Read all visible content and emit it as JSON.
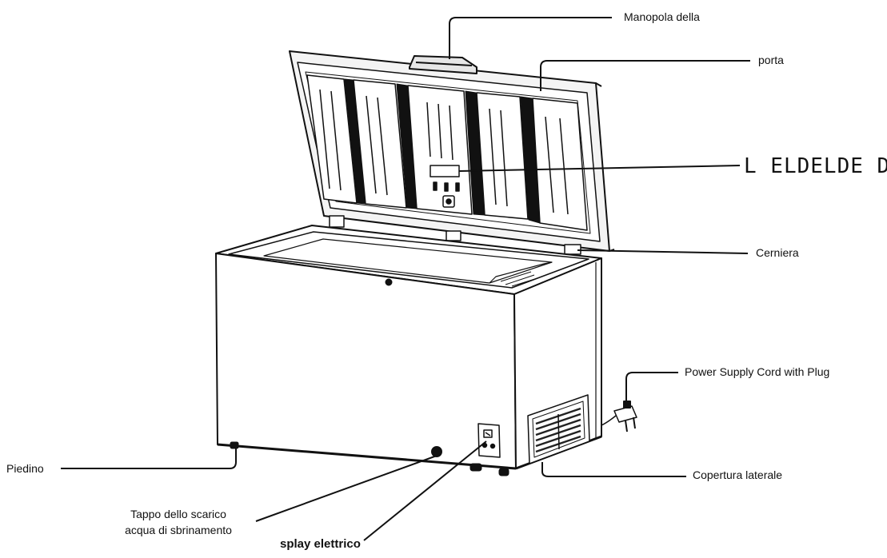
{
  "labels": {
    "handle": "Manopola della",
    "door": "porta",
    "display": "L  ELDELDE  D",
    "hinge": "Cerniera",
    "power_cord": "Power Supply Cord with Plug",
    "side_cover": "Copertura laterale",
    "foot": "Piedino",
    "drain_line1": "Tappo dello scarico",
    "drain_line2": "acqua di sbrinamento",
    "switch": "splay elettrico"
  }
}
